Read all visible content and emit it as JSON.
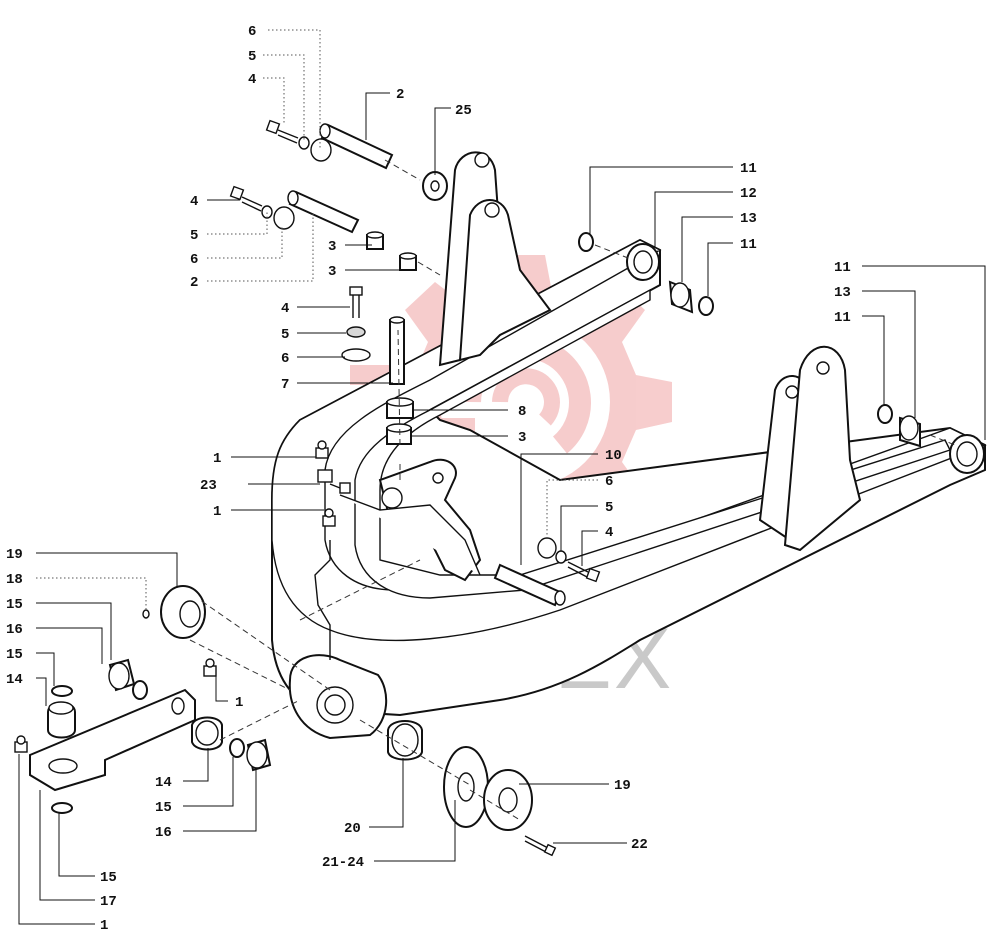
{
  "watermark": {
    "text": "ИНТЕХ",
    "color": "#e24b4b"
  },
  "labels": [
    {
      "id": "l-6-top",
      "text": "6"
    },
    {
      "id": "l-5-top",
      "text": "5"
    },
    {
      "id": "l-4-top",
      "text": "4"
    },
    {
      "id": "l-2-top",
      "text": "2"
    },
    {
      "id": "l-25",
      "text": "25"
    },
    {
      "id": "l-4-b",
      "text": "4"
    },
    {
      "id": "l-5-b",
      "text": "5"
    },
    {
      "id": "l-6-b",
      "text": "6"
    },
    {
      "id": "l-2-b",
      "text": "2"
    },
    {
      "id": "l-3-a",
      "text": "3"
    },
    {
      "id": "l-3-b",
      "text": "3"
    },
    {
      "id": "l-4-c",
      "text": "4"
    },
    {
      "id": "l-5-c",
      "text": "5"
    },
    {
      "id": "l-6-c",
      "text": "6"
    },
    {
      "id": "l-7",
      "text": "7"
    },
    {
      "id": "l-8",
      "text": "8"
    },
    {
      "id": "l-3-c",
      "text": "3"
    },
    {
      "id": "l-1-a",
      "text": "1"
    },
    {
      "id": "l-23",
      "text": "23"
    },
    {
      "id": "l-1-b",
      "text": "1"
    },
    {
      "id": "l-11-a",
      "text": "11"
    },
    {
      "id": "l-12",
      "text": "12"
    },
    {
      "id": "l-13-a",
      "text": "13"
    },
    {
      "id": "l-11-b",
      "text": "11"
    },
    {
      "id": "l-11-c",
      "text": "11"
    },
    {
      "id": "l-13-b",
      "text": "13"
    },
    {
      "id": "l-11-d",
      "text": "11"
    },
    {
      "id": "l-10",
      "text": "10"
    },
    {
      "id": "l-6-r",
      "text": "6"
    },
    {
      "id": "l-5-r",
      "text": "5"
    },
    {
      "id": "l-4-r",
      "text": "4"
    },
    {
      "id": "l-19-a",
      "text": "19"
    },
    {
      "id": "l-18",
      "text": "18"
    },
    {
      "id": "l-15-a",
      "text": "15"
    },
    {
      "id": "l-16-a",
      "text": "16"
    },
    {
      "id": "l-15-b",
      "text": "15"
    },
    {
      "id": "l-14-a",
      "text": "14"
    },
    {
      "id": "l-1-c",
      "text": "1"
    },
    {
      "id": "l-14-b",
      "text": "14"
    },
    {
      "id": "l-15-c",
      "text": "15"
    },
    {
      "id": "l-16-b",
      "text": "16"
    },
    {
      "id": "l-20",
      "text": "20"
    },
    {
      "id": "l-21-24",
      "text": "21-24"
    },
    {
      "id": "l-19-b",
      "text": "19"
    },
    {
      "id": "l-22",
      "text": "22"
    },
    {
      "id": "l-15-d",
      "text": "15"
    },
    {
      "id": "l-17",
      "text": "17"
    },
    {
      "id": "l-1-d",
      "text": "1"
    }
  ]
}
